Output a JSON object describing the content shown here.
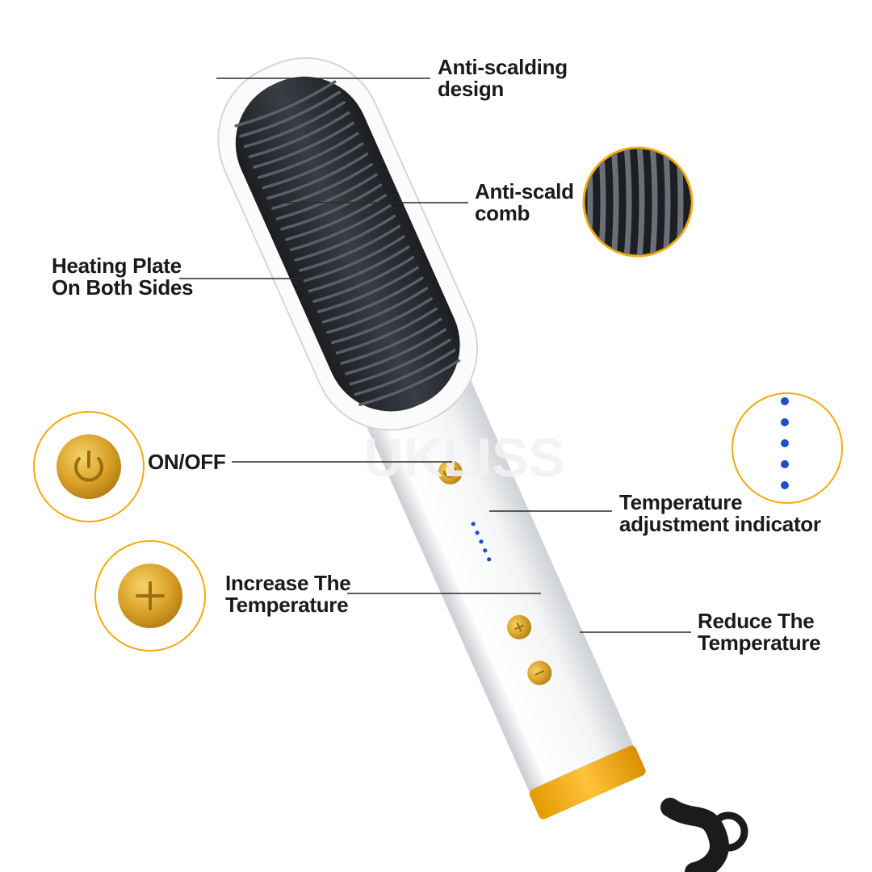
{
  "watermark": "UKLISS",
  "callouts": {
    "anti_scalding_design": {
      "line1": "Anti-scalding",
      "line2": "design"
    },
    "anti_scald_comb": {
      "line1": "Anti-scald",
      "line2": "comb"
    },
    "heating_plate": {
      "line1": "Heating Plate",
      "line2": "On Both Sides"
    },
    "on_off": {
      "line1": "ON/OFF"
    },
    "temperature_indicator": {
      "line1": "Temperature",
      "line2": "adjustment indicator"
    },
    "increase_temperature": {
      "line1": "Increase The",
      "line2": "Temperature"
    },
    "reduce_temperature": {
      "line1": "Reduce The",
      "line2": "Temperature"
    }
  },
  "temperature_levels": 5,
  "colors": {
    "brush_body": "#f7f7f7",
    "bristle_plate": "#2b2e33",
    "gold_button": "#e0a826",
    "end_cap": "#f2aa0c",
    "indicator_dot": "#1f4fc4",
    "leader_line": "#2a2a2a"
  }
}
